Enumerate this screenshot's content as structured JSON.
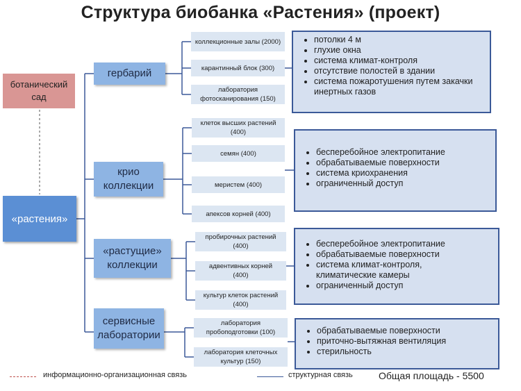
{
  "title": "Структура биобанка «Растения» (проект)",
  "botanic_garden": "ботанический сад",
  "root": "«растения»",
  "categories": [
    {
      "label": "гербарий",
      "items": [
        "коллекционные залы (2000)",
        "карантинный блок (300)",
        "лаборатория фотосканирования (150)"
      ],
      "requirements": [
        "потолки 4 м",
        "глухие окна",
        "система климат-контроля",
        "отсутствие полостей в здании",
        "система пожаротушения путем закачки инертных газов"
      ]
    },
    {
      "label": "крио коллекции",
      "items": [
        "клеток высших растений (400)",
        "семян (400)",
        "меристем (400)",
        "апексов корней (400)"
      ],
      "requirements": [
        "бесперебойное электропитание",
        "обрабатываемые поверхности",
        "система криохранения",
        "ограниченный доступ"
      ]
    },
    {
      "label": "«растущие» коллекции",
      "items": [
        "пробирочных растений (400)",
        "адвентивных корней (400)",
        "культур клеток растений (400)"
      ],
      "requirements": [
        "бесперебойное электропитание",
        "обрабатываемые поверхности",
        "система климат-контроля, климатические камеры",
        "ограниченный доступ"
      ]
    },
    {
      "label": "сервисные лаборатории",
      "items": [
        "лаборатория пробоподготовки (100)",
        "лаборатория клеточных культур (150)"
      ],
      "requirements": [
        "обрабатываемые поверхности",
        "приточно-вытяжная вентиляция",
        "стерильность"
      ]
    }
  ],
  "legend": {
    "info_link": "информационно-организационная связь",
    "structural_link": "структурная связь"
  },
  "total_area": "Общая площадь - 5500",
  "colors": {
    "botanic": "#d99694",
    "root": "#5b8fd4",
    "category": "#8eb4e3",
    "leaf": "#dce6f2",
    "requirements_bg": "#d6e0f0",
    "requirements_border": "#3b5998",
    "connector": "#3b5998",
    "info_link": "#c0504d"
  }
}
